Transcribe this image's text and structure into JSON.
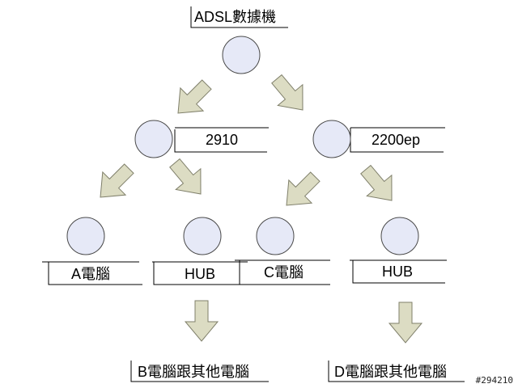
{
  "colors": {
    "node_fill": "#E6E9F7",
    "node_stroke": "#4A4A4A",
    "arrow_fill": "#DCDCC3",
    "arrow_stroke": "#7F7F6A",
    "callout_line": "#000000"
  },
  "nodes": {
    "modem": "ADSL數據機",
    "router_left": "2910",
    "router_right": "2200ep",
    "pc_a": "A電腦",
    "hub_left": "HUB",
    "pc_c": "C電腦",
    "hub_right": "HUB",
    "group_b": "B電腦跟其他電腦",
    "group_d": "D電腦跟其他電腦"
  },
  "watermark": "#294210"
}
